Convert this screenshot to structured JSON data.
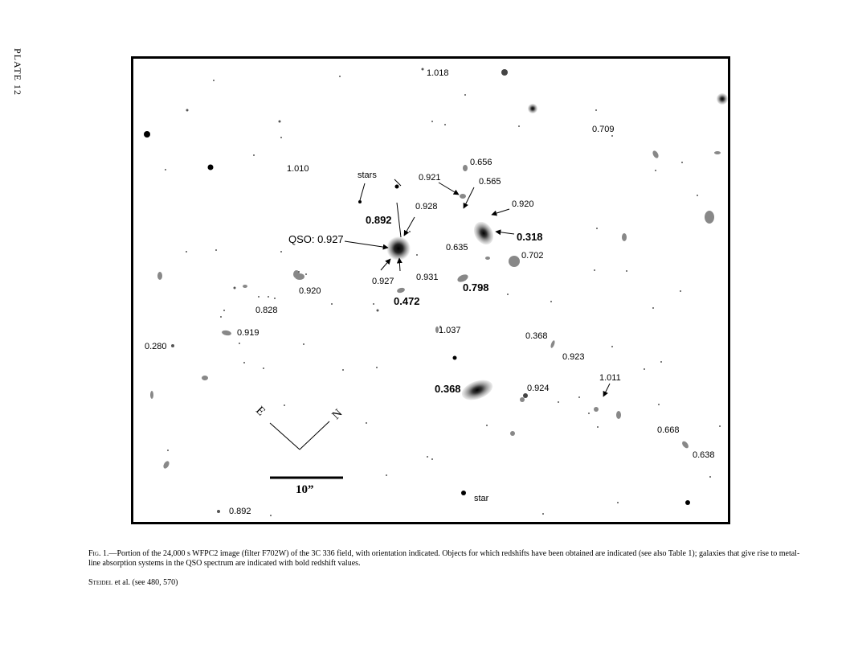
{
  "plate": {
    "label": "PLATE 12"
  },
  "figure": {
    "labels": {
      "r1018": "1.018",
      "r0709": "0.709",
      "r1010": "1.010",
      "stars": "stars",
      "r0656": "0.656",
      "r0921": "0.921",
      "r0565": "0.565",
      "r0928": "0.928",
      "r0920a": "0.920",
      "r0892b": "0.892",
      "qso": "QSO: 0.927",
      "r0318": "0.318",
      "r0635": "0.635",
      "r0702": "0.702",
      "r0927": "0.927",
      "r0931": "0.931",
      "r0920b": "0.920",
      "r0798": "0.798",
      "r0472": "0.472",
      "r0828": "0.828",
      "r0919": "0.919",
      "r1037": "1.037",
      "r0368a": "0.368",
      "r0280": "0.280",
      "r0923": "0.923",
      "r1011": "1.011",
      "r0368b": "0.368",
      "r0924": "0.924",
      "r0668": "0.668",
      "r0638": "0.638",
      "star": "star",
      "r0892": "0.892"
    },
    "compass": {
      "east": "E",
      "north": "N"
    },
    "scale_bar": {
      "label": "10”"
    }
  },
  "caption": {
    "fig_label": "Fig. 1.",
    "text": "—Portion of the 24,000 s WFPC2 image (filter F702W) of the 3C 336 field, with orientation indicated. Objects for which redshifts have been obtained are indicated (see also Table 1); galaxies that give rise to metal-line absorption systems in the QSO spectrum are indicated with bold redshift values."
  },
  "credit": {
    "authors": "Steidel",
    "rest": " et al. (see 480, 570)"
  }
}
